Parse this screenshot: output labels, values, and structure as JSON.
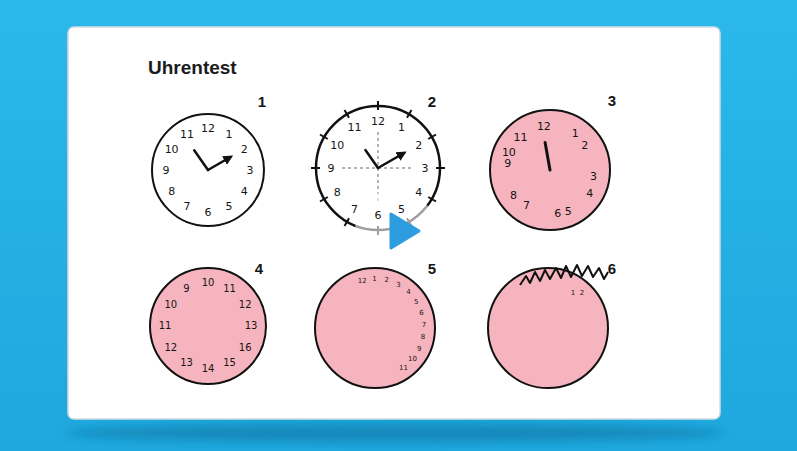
{
  "diagram": {
    "title": "Uhrentest",
    "labels": [
      "1",
      "2",
      "3",
      "4",
      "5",
      "6",
      "12",
      "1",
      "2",
      "3",
      "4",
      "5",
      "6",
      "7",
      "8",
      "9",
      "10",
      "11",
      "12",
      "1",
      "2",
      "3",
      "4",
      "5",
      "6",
      "7",
      "8",
      "9",
      "10",
      "11",
      "12",
      "1",
      "2",
      "3",
      "4",
      "5",
      "6",
      "7",
      "8",
      "9",
      "10",
      "11",
      "9",
      "10",
      "11",
      "12",
      "13",
      "16",
      "15",
      "14",
      "13",
      "12",
      "11",
      "10",
      "12",
      "1",
      "2",
      "3",
      "4",
      "5",
      "6",
      "7",
      "8",
      "9",
      "10",
      "11",
      "1",
      "2"
    ]
  }
}
